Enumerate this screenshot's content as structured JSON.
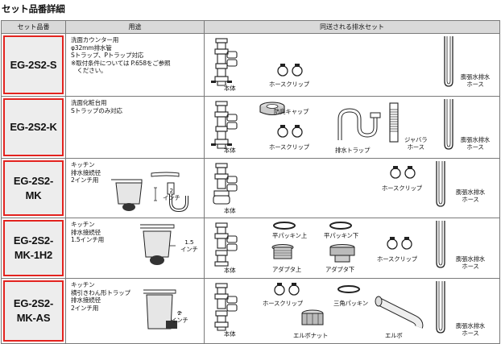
{
  "title": "セット品番詳細",
  "headers": {
    "code": "セット品番",
    "use": "用途",
    "parts": "同送される排水セット"
  },
  "rows": [
    {
      "code_line1": "EG-2S2-S",
      "code_line2": "",
      "use_lines": [
        "洗面カウンター用",
        "φ32mm排水管",
        "Sトラップ、Pトラップ対応",
        "※取付条件については P.658をご参照",
        "　ください。"
      ],
      "parts": {
        "body": "本体",
        "clip": "ホースクリップ",
        "hose_line1": "膨張水排水",
        "hose_line2": "ホース"
      }
    },
    {
      "code_line1": "EG-2S2-K",
      "code_line2": "",
      "use_lines": [
        "洗面化粧台用",
        "Sトラップのみ対応"
      ],
      "parts": {
        "body": "本体",
        "cap": "防臭キャップ",
        "clip": "ホースクリップ",
        "trap": "排水トラップ",
        "bellows_line1": "ジャバラ",
        "bellows_line2": "ホース",
        "hose_line1": "膨張水排水",
        "hose_line2": "ホース"
      }
    },
    {
      "code_line1": "EG-2S2-",
      "code_line2": "MK",
      "use_lines": [
        "キッチン",
        "排水接続径",
        "2インチ用"
      ],
      "size_line1": "2",
      "size_line2": "インチ",
      "parts": {
        "body": "本体",
        "clip": "ホースクリップ",
        "hose_line1": "膨張水排水",
        "hose_line2": "ホース"
      }
    },
    {
      "code_line1": "EG-2S2-",
      "code_line2": "MK-1H2",
      "use_lines": [
        "キッチン",
        "排水接続径",
        "1.5インチ用"
      ],
      "size_line1": "1.5",
      "size_line2": "インチ",
      "parts": {
        "body": "本体",
        "gasket_top": "平パッキン上",
        "gasket_bottom": "平パッキン下",
        "adapter_top": "アダプタ上",
        "adapter_bottom": "アダプタ下",
        "clip": "ホースクリップ",
        "hose_line1": "膨張水排水",
        "hose_line2": "ホース"
      }
    },
    {
      "code_line1": "EG-2S2-",
      "code_line2": "MK-AS",
      "use_lines": [
        "キッチン",
        "横引きわん形トラップ",
        "排水接続径",
        "2インチ用"
      ],
      "size_line1": "2",
      "size_line2": "インチ",
      "parts": {
        "body": "本体",
        "clip": "ホースクリップ",
        "triangle": "三角パッキン",
        "elbow_nut": "エルボナット",
        "elbow": "エルボ",
        "hose_line1": "膨張水排水",
        "hose_line2": "ホース"
      }
    }
  ]
}
